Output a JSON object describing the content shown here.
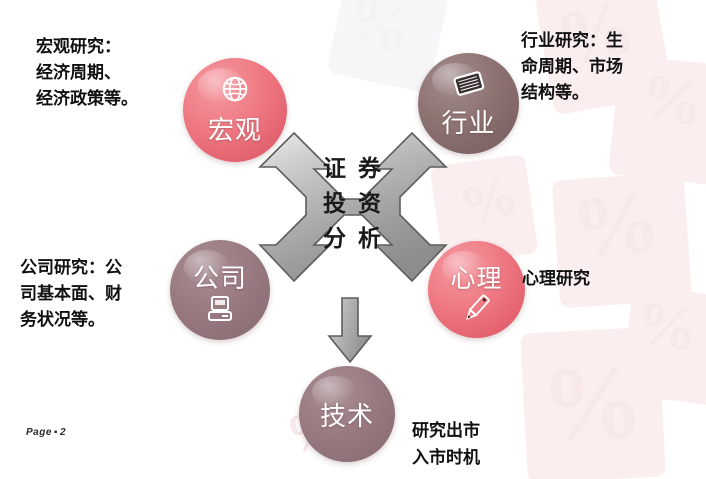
{
  "slide": {
    "title": "证券投资分析",
    "center_label_lines": [
      "证 券",
      "投 资",
      "分 析"
    ],
    "page_label": "Page",
    "page_separator": "▪",
    "page_number": "2",
    "background_color": "#ffffff"
  },
  "colors": {
    "pink": "#ef7a84",
    "brown": "#8d7272",
    "mauve": "#97797f",
    "arrow_gray_light": "#d8d8d8",
    "arrow_gray_dark": "#8a8a8a",
    "text_dark": "#111111",
    "watermark": "#fbeeee"
  },
  "nodes": [
    {
      "id": "macro",
      "label": "宏观",
      "icon": "globe-icon",
      "color": "#ef7a84",
      "style": "pink"
    },
    {
      "id": "industry",
      "label": "行业",
      "icon": "book-icon",
      "color": "#8d7272",
      "style": "brown"
    },
    {
      "id": "company",
      "label": "公司",
      "icon": "computer-icon",
      "color": "#97797f",
      "style": "mauve"
    },
    {
      "id": "psychology",
      "label": "心理",
      "icon": "pencil-icon",
      "color": "#ef7a84",
      "style": "pink"
    },
    {
      "id": "technical",
      "label": "技术",
      "icon": "none",
      "color": "#97797f",
      "style": "mauve"
    }
  ],
  "captions": {
    "macro": "宏观研究：\n经济周期、\n经济政策等。",
    "industry": "行业研究：生\n命周期、市场\n结构等。",
    "company": "公司研究：公\n司基本面、财\n务状况等。",
    "psychology": "心理研究",
    "technical": "研究出市\n入市时机"
  },
  "arrows": {
    "cross_directions": [
      "up-left",
      "up-right",
      "down-left",
      "down-right"
    ],
    "down_arrow": "down"
  }
}
